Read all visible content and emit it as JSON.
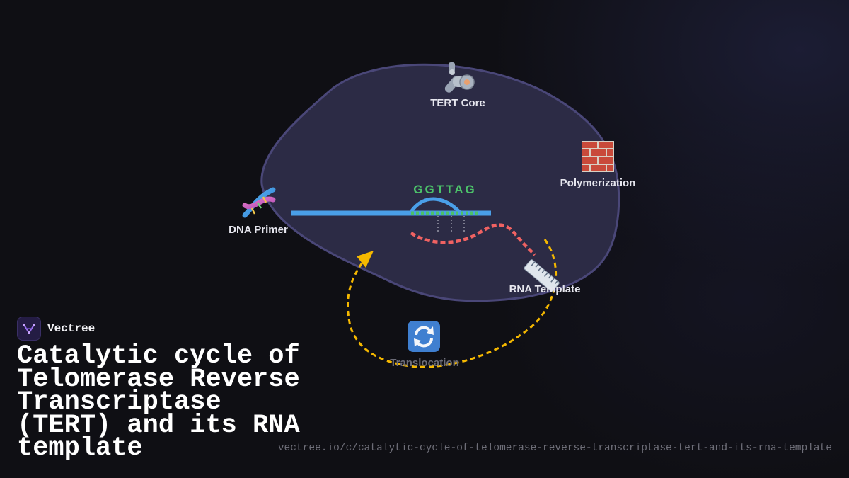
{
  "brand": {
    "name": "Vectree",
    "logo_icon": "vectree-logo-icon"
  },
  "title": "Catalytic cycle of Telomerase Reverse Transcriptase (TERT) and its RNA template",
  "url": "vectree.io/c/catalytic-cycle-of-telomerase-reverse-transcriptase-tert-and-its-rna-template",
  "sequence": "GGTTAG",
  "nodes": {
    "tert_core": {
      "label": "TERT Core",
      "icon": "mechanical-arm-icon"
    },
    "polymerization": {
      "label": "Polymerization",
      "icon": "brick-icon"
    },
    "dna_primer": {
      "label": "DNA Primer",
      "icon": "dna-icon"
    },
    "rna_template": {
      "label": "RNA Template",
      "icon": "ruler-icon"
    },
    "translocation": {
      "label": "Translocation",
      "icon": "cycle-arrows-icon"
    }
  },
  "colors": {
    "enzyme_fill": "#2c2b45",
    "enzyme_stroke": "#4a4778",
    "dna_strand": "#4a9fe8",
    "sequence": "#4cc26a",
    "rna_strand": "#f06262",
    "cycle_arrow": "#f5b800"
  }
}
